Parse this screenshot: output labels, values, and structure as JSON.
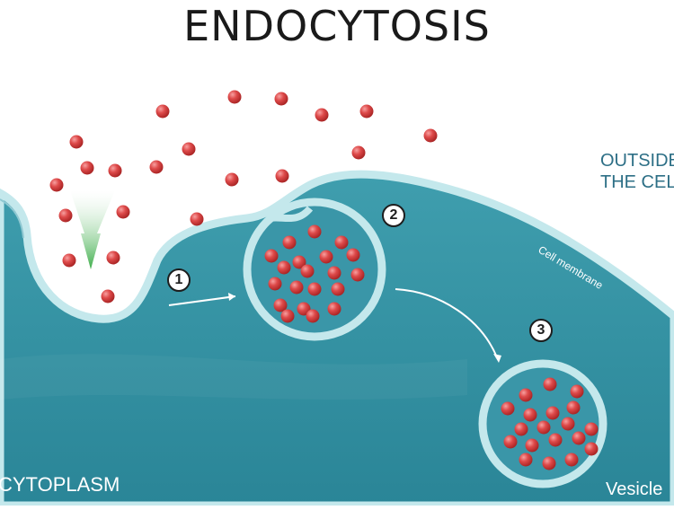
{
  "title": "ENDOCYTOSIS",
  "labels": {
    "outside_line1": "OUTSIDE",
    "outside_line2": "THE CELL",
    "cytoplasm": "CYTOPLASM",
    "cell_membrane": "Cell membrane",
    "vesicle": "Vesicle"
  },
  "steps": [
    "1",
    "2",
    "3"
  ],
  "colors": {
    "cytoplasm": "#2f8fa0",
    "membrane": "#bfe6ea",
    "particle": "#d64545",
    "arrow_green": "#4caf50"
  }
}
